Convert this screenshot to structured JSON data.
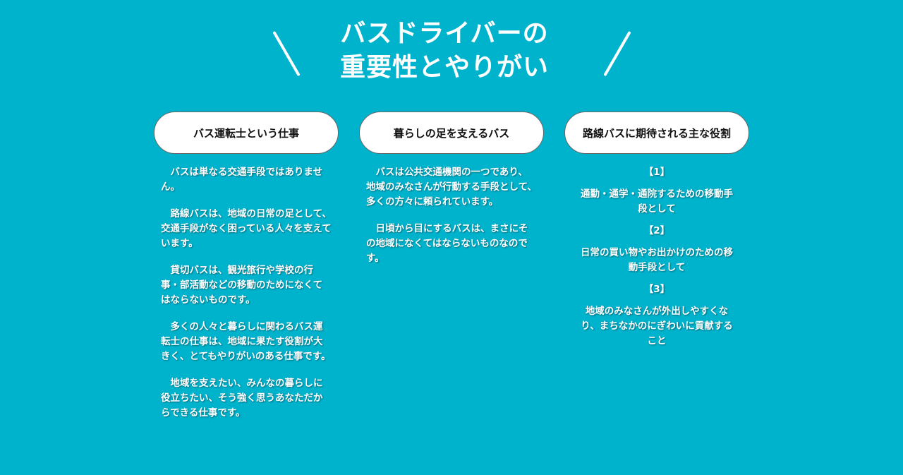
{
  "title": {
    "line1": "バスドライバーの",
    "line2": "重要性とやりがい"
  },
  "columns": [
    {
      "heading": "バス運転士という仕事",
      "paragraphs": [
        "バスは単なる交通手段ではありません。",
        "路線バスは、地域の日常の足として、交通手段がなく困っている人々を支えています。",
        "貸切バスは、観光旅行や学校の行事・部活動などの移動のためになくてはならないものです。",
        "多くの人々と暮らしに関わるバス運転士の仕事は、地域に果たす役割が大きく、とてもやりがいのある仕事です。",
        "地域を支えたい、みんなの暮らしに役立ちたい、そう強く思うあなただからできる仕事です。"
      ]
    },
    {
      "heading": "暮らしの足を支えるバス",
      "paragraphs": [
        "バスは公共交通機関の一つであり、地域のみなさんが行動する手段として、多くの方々に頼られています。",
        "日頃から目にするバスは、まさにその地域になくてはならないものなのです。"
      ]
    },
    {
      "heading": "路線バスに期待される主な役割",
      "items": [
        "【1】",
        "通勤・通学・通院するための移動手段として",
        "【2】",
        "日常の買い物やお出かけのための移動手段として",
        "【3】",
        "地域のみなさんが外出しやすくなり、まちなかのにぎわいに貢献すること"
      ]
    }
  ]
}
